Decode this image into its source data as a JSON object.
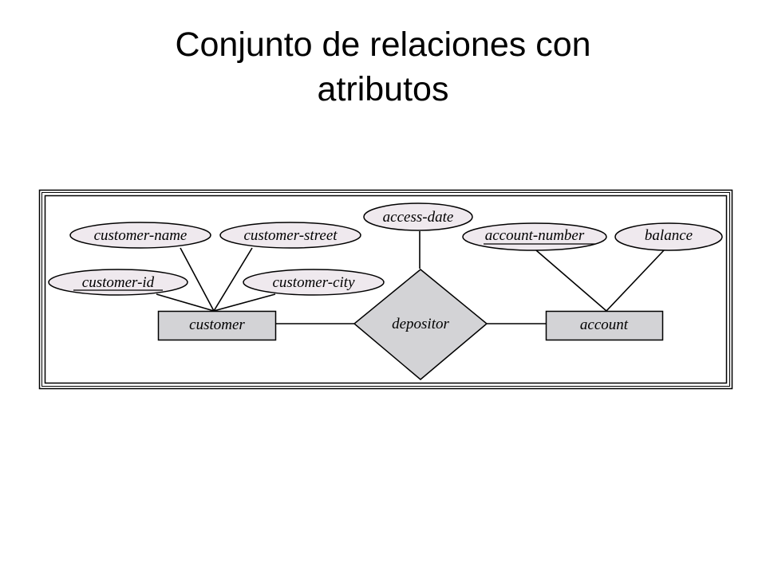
{
  "title": {
    "line1": "Conjunto de relaciones con",
    "line2": "atributos"
  },
  "diagram": {
    "colors": {
      "attribute_fill": "#efe9ee",
      "shape_fill": "#d3d3d6",
      "line": "#000000"
    },
    "entities": [
      {
        "id": "customer",
        "label": "customer"
      },
      {
        "id": "account",
        "label": "account"
      }
    ],
    "relationship": {
      "id": "depositor",
      "label": "depositor"
    },
    "attributes": [
      {
        "id": "customer-name",
        "label": "customer-name",
        "key": false
      },
      {
        "id": "customer-street",
        "label": "customer-street",
        "key": false
      },
      {
        "id": "customer-id",
        "label": "customer-id",
        "key": true
      },
      {
        "id": "customer-city",
        "label": "customer-city",
        "key": false
      },
      {
        "id": "access-date",
        "label": "access-date",
        "key": false
      },
      {
        "id": "account-number",
        "label": "account-number",
        "key": true
      },
      {
        "id": "balance",
        "label": "balance",
        "key": false
      }
    ]
  }
}
